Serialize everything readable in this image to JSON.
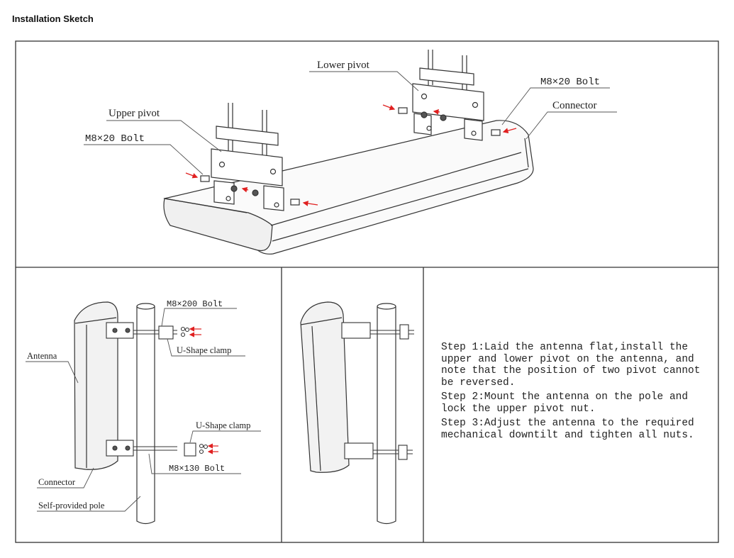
{
  "page": {
    "title": "Installation Sketch"
  },
  "top_panel": {
    "labels": {
      "upper_pivot": "Upper pivot",
      "lower_pivot": "Lower pivot",
      "bolt_left": "M8×20 Bolt",
      "bolt_right": "M8×20 Bolt",
      "connector": "Connector"
    }
  },
  "left_panel": {
    "labels": {
      "bolt_top": "M8×200 Bolt",
      "u_clamp_top": "U-Shape clamp",
      "antenna": "Antenna",
      "u_clamp_bottom": "U-Shape clamp",
      "bolt_bottom": "M8×130 Bolt",
      "connector": "Connector",
      "pole": "Self-provided pole"
    }
  },
  "instructions": {
    "steps": [
      "Step 1:Laid the antenna flat,install the upper and lower pivot on the antenna, and note that the position of two pivot cannot be reversed.",
      "Step 2:Mount the antenna on the pole and lock the upper pivot nut.",
      "Step 3:Adjust the antenna to the required mechanical downtilt and tighten all nuts."
    ]
  },
  "colors": {
    "line": "#333333",
    "arrow": "#e02020",
    "antenna_fill": "#f2f2f2"
  }
}
